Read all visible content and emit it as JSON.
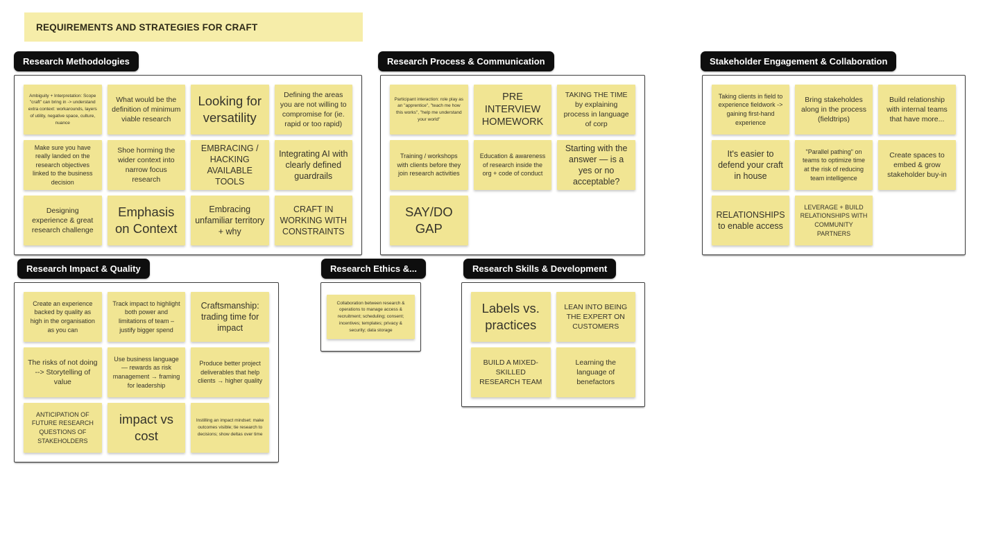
{
  "board": {
    "title": "REQUIREMENTS AND STRATEGIES FOR CRAFT",
    "colors": {
      "sticky_note": "#F1E593",
      "title_banner": "#F6EDA9",
      "section_label_bg": "#0E0E0E",
      "section_label_text": "#FFFFFF",
      "frame_border": "#3C3C3C",
      "note_text": "#35332A",
      "background": "#FFFFFF"
    }
  },
  "sections": [
    {
      "label": "Research Methodologies",
      "notes": [
        {
          "text": "Ambiguity + Interpretation: Scope \"craft\" can bring in -> understand extra context: workarounds, layers of utility, negative space, culture, nuance",
          "size": "xs"
        },
        {
          "text": "What would be the definition of minimum viable research",
          "size": "md"
        },
        {
          "text": "Looking for versatility",
          "size": "xxl"
        },
        {
          "text": "Defining the areas you are not willing to compromise for (ie. rapid or too rapid)",
          "size": "md"
        },
        {
          "text": "Make sure you have really landed on the research objectives linked to the business decision",
          "size": "sm"
        },
        {
          "text": "Shoe horming the wider context into narrow focus research",
          "size": "md"
        },
        {
          "text": "EMBRACING / HACKING AVAILABLE TOOLS",
          "size": "lg"
        },
        {
          "text": "Integrating AI with clearly defined guardrails",
          "size": "lg"
        },
        {
          "text": "Designing experience & great research challenge",
          "size": "md"
        },
        {
          "text": "Emphasis on Context",
          "size": "xxl"
        },
        {
          "text": "Embracing unfamiliar territory + why",
          "size": "lg"
        },
        {
          "text": "CRAFT IN WORKING WITH CONSTRAINTS",
          "size": "lg"
        }
      ]
    },
    {
      "label": "Research Process & Communication",
      "notes": [
        {
          "text": "Participant interaction: role play as an \"apprentice\", \"teach me how this works\", \"help me understand your world\"",
          "size": "xs"
        },
        {
          "text": "PRE INTERVIEW HOMEWORK",
          "size": "xl"
        },
        {
          "text": "TAKING THE TIME by explaining process in language of corp",
          "size": "md"
        },
        {
          "text": "Training / workshops with clients before they join research activities",
          "size": "sm"
        },
        {
          "text": "Education & awareness of research inside the org + code of conduct",
          "size": "sm"
        },
        {
          "text": "Starting with the answer — is a yes or no acceptable?",
          "size": "lg"
        },
        {
          "text": "SAY/DO GAP",
          "size": "xxl"
        }
      ]
    },
    {
      "label": "Stakeholder Engagement & Collaboration",
      "notes": [
        {
          "text": "Taking clients in field to experience fieldwork -> gaining first-hand experience",
          "size": "sm"
        },
        {
          "text": "Bring stakeholdes along in the process (fieldtrips)",
          "size": "md"
        },
        {
          "text": "Build relationship with internal teams that have more...",
          "size": "md"
        },
        {
          "text": "It's easier to defend your craft in house",
          "size": "lg"
        },
        {
          "text": "\"Parallel pathing\" on teams to optimize time at the risk of reducing team intelligence",
          "size": "sm"
        },
        {
          "text": "Create spaces to embed & grow stakeholder buy-in",
          "size": "md"
        },
        {
          "text": "RELATIONSHIPS to enable access",
          "size": "lg"
        },
        {
          "text": "LEVERAGE + BUILD RELATIONSHIPS WITH COMMUNITY PARTNERS",
          "size": "sm"
        }
      ]
    },
    {
      "label": "Research Impact & Quality",
      "notes": [
        {
          "text": "Create an experience backed by quality as high in the organisation as you can",
          "size": "sm"
        },
        {
          "text": "Track impact to highlight both power and limitations of team – justify bigger spend",
          "size": "sm"
        },
        {
          "text": "Craftsmanship: trading time for impact",
          "size": "lg"
        },
        {
          "text": "The risks of not doing --> Storytelling of value",
          "size": "md"
        },
        {
          "text": "Use business language — rewards as risk management → framing for leadership",
          "size": "sm"
        },
        {
          "text": "Produce better project deliverables that help clients → higher quality",
          "size": "sm"
        },
        {
          "text": "ANTICIPATION OF FUTURE RESEARCH QUESTIONS OF STAKEHOLDERS",
          "size": "sm"
        },
        {
          "text": "impact vs cost",
          "size": "xxl"
        },
        {
          "text": "Instilling an impact mindset: make outcomes visible; tie research to decisions; show deltas over time",
          "size": "xs"
        }
      ]
    },
    {
      "label": "Research Ethics &...",
      "notes": [
        {
          "text": "Collaboration between research & operations to manage access & recruitment; scheduling; consent; incentives; templates; privacy & security; data storage",
          "size": "xs"
        }
      ]
    },
    {
      "label": "Research Skills & Development",
      "notes": [
        {
          "text": "Labels vs. practices",
          "size": "xxl"
        },
        {
          "text": "LEAN INTO BEING THE EXPERT ON CUSTOMERS",
          "size": "md"
        },
        {
          "text": "BUILD A MIXED-SKILLED RESEARCH TEAM",
          "size": "md"
        },
        {
          "text": "Learning the language of benefactors",
          "size": "md"
        }
      ]
    }
  ]
}
